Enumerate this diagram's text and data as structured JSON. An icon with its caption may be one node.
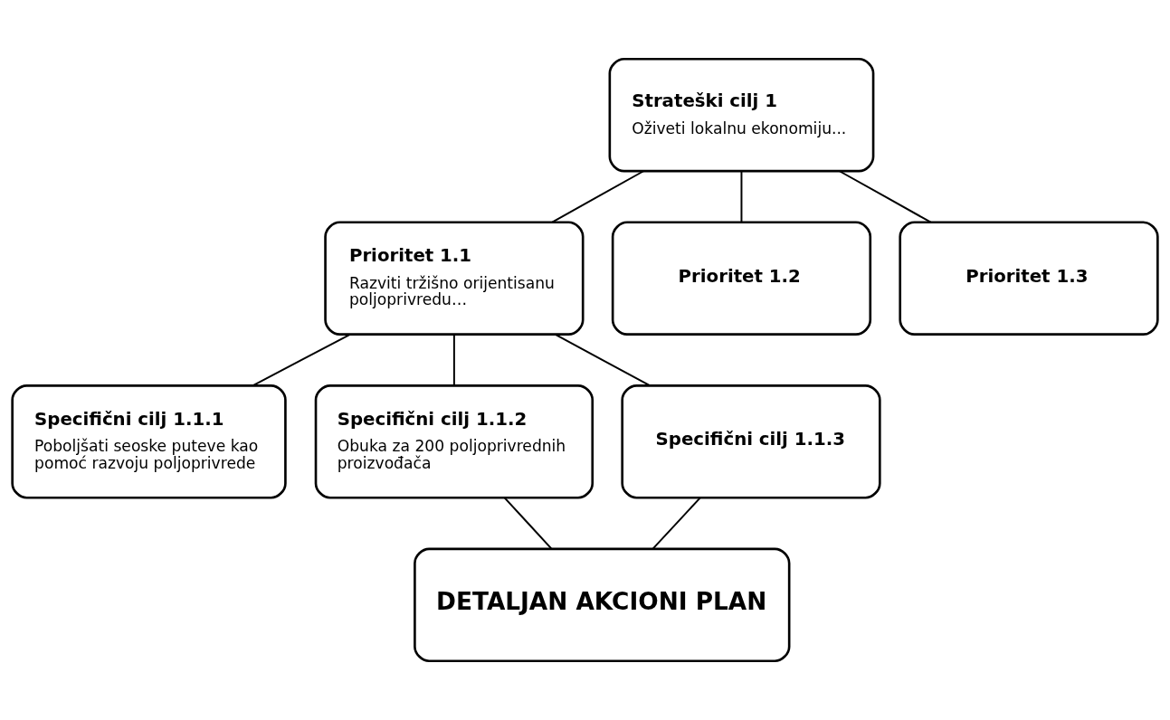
{
  "diagram": {
    "nodes": [
      {
        "text": [
          "Strateški cilj 1",
          "Oživeti lokalnu ekonomiju..."
        ]
      },
      {
        "text": [
          "Prioritet 1.1",
          "Razviti tržišno orijentisanu poljoprivredu…"
        ]
      },
      {
        "text": [
          "Prioritet 1.2"
        ]
      },
      {
        "text": [
          "Prioritet 1.3"
        ]
      },
      {
        "text": [
          "Specifični cilj 1.1.1",
          "Poboljšati seoske puteve kao pomoć razvoju poljoprivrede"
        ]
      },
      {
        "text": [
          "Specifični cilj 1.1.2",
          "Obuka za 200 poljoprivrednih proizvođača"
        ]
      },
      {
        "text": [
          "Specifični cilj 1.1.3"
        ]
      },
      {
        "text": [
          "DETALJAN AKCIONI PLAN"
        ]
      }
    ],
    "edges": [
      {
        "from": 0,
        "to": 1,
        "arrow": "none"
      },
      {
        "from": 0,
        "to": 2,
        "arrow": "none"
      },
      {
        "from": 0,
        "to": 3,
        "arrow": "none"
      },
      {
        "from": 1,
        "to": 4,
        "arrow": "none"
      },
      {
        "from": 1,
        "to": 5,
        "arrow": "none"
      },
      {
        "from": 1,
        "to": 6,
        "arrow": "none"
      },
      {
        "from": 5,
        "to": 7,
        "arrow": "none"
      },
      {
        "from": 6,
        "to": 7,
        "arrow": "none"
      }
    ]
  }
}
